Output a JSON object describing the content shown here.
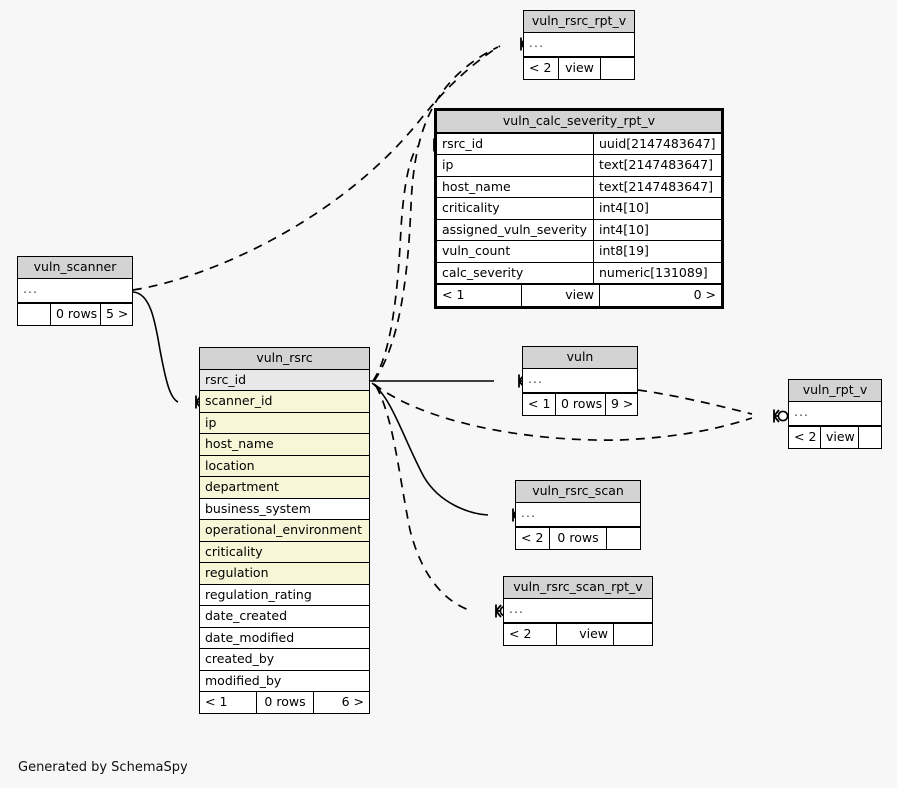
{
  "diagram": {
    "caption": "Generated by SchemaSpy",
    "background": "#f7f7f7",
    "colors": {
      "header_fill": "#d3d3d3",
      "primary_key_fill": "#e8e8e8",
      "indexed_fill": "#f7f7d7",
      "plain_fill": "#ffffff",
      "line": "#000000"
    }
  },
  "tables": {
    "vuln_rsrc_rpt_v": {
      "title": "vuln_rsrc_rpt_v",
      "ellipsis": "...",
      "footer": [
        "< 2",
        "view",
        ""
      ]
    },
    "vuln_calc_severity_rpt_v": {
      "title": "vuln_calc_severity_rpt_v",
      "columns": [
        {
          "name": "rsrc_id",
          "type": "uuid[2147483647]"
        },
        {
          "name": "ip",
          "type": "text[2147483647]"
        },
        {
          "name": "host_name",
          "type": "text[2147483647]"
        },
        {
          "name": "criticality",
          "type": "int4[10]"
        },
        {
          "name": "assigned_vuln_severity",
          "type": "int4[10]"
        },
        {
          "name": "vuln_count",
          "type": "int8[19]"
        },
        {
          "name": "calc_severity",
          "type": "numeric[131089]"
        }
      ],
      "footer": [
        "< 1",
        "view",
        "0 >"
      ]
    },
    "vuln_scanner": {
      "title": "vuln_scanner",
      "ellipsis": "...",
      "footer": [
        "",
        "0 rows",
        "5 >"
      ]
    },
    "vuln_rsrc": {
      "title": "vuln_rsrc",
      "columns": [
        {
          "name": "rsrc_id",
          "kind": "pk"
        },
        {
          "name": "scanner_id",
          "kind": "idx"
        },
        {
          "name": "ip",
          "kind": "idx"
        },
        {
          "name": "host_name",
          "kind": "idx"
        },
        {
          "name": "location",
          "kind": "idx"
        },
        {
          "name": "department",
          "kind": "idx"
        },
        {
          "name": "business_system",
          "kind": "plain"
        },
        {
          "name": "operational_environment",
          "kind": "idx"
        },
        {
          "name": "criticality",
          "kind": "idx"
        },
        {
          "name": "regulation",
          "kind": "idx"
        },
        {
          "name": "regulation_rating",
          "kind": "plain"
        },
        {
          "name": "date_created",
          "kind": "plain"
        },
        {
          "name": "date_modified",
          "kind": "plain"
        },
        {
          "name": "created_by",
          "kind": "plain"
        },
        {
          "name": "modified_by",
          "kind": "plain"
        }
      ],
      "footer": [
        "< 1",
        "0 rows",
        "6 >"
      ]
    },
    "vuln": {
      "title": "vuln",
      "ellipsis": "...",
      "footer": [
        "< 1",
        "0 rows",
        "9 >"
      ]
    },
    "vuln_rpt_v": {
      "title": "vuln_rpt_v",
      "ellipsis": "...",
      "footer": [
        "< 2",
        "view",
        ""
      ]
    },
    "vuln_rsrc_scan": {
      "title": "vuln_rsrc_scan",
      "ellipsis": "...",
      "footer": [
        "< 2",
        "0 rows",
        ""
      ]
    },
    "vuln_rsrc_scan_rpt_v": {
      "title": "vuln_rsrc_scan_rpt_v",
      "ellipsis": "...",
      "footer": [
        "< 2",
        "view",
        ""
      ]
    }
  }
}
